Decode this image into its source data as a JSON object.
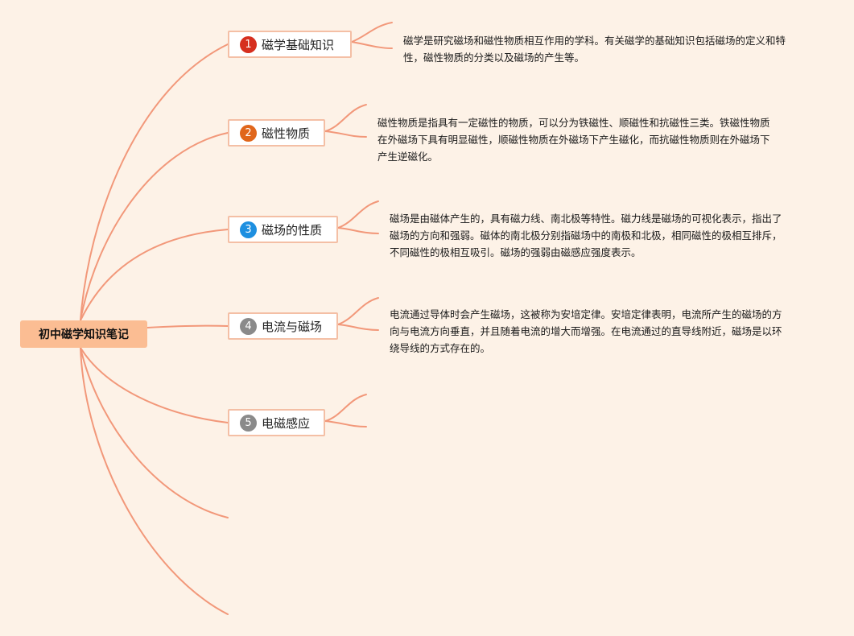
{
  "root": {
    "label": "初中磁学知识笔记"
  },
  "topics": [
    {
      "number": "1",
      "label": "磁学基础知识",
      "badge_color": "#d62f1f",
      "note": "磁学是研究磁场和磁性物质相互作用的学科。有关磁学的基础知识包括磁场的定义和特性，磁性物质的分类以及磁场的产生等。"
    },
    {
      "number": "2",
      "label": "磁性物质",
      "badge_color": "#e0661b",
      "note": "磁性物质是指具有一定磁性的物质，可以分为铁磁性、顺磁性和抗磁性三类。铁磁性物质在外磁场下具有明显磁性，顺磁性物质在外磁场下产生磁化，而抗磁性物质则在外磁场下产生逆磁化。"
    },
    {
      "number": "3",
      "label": "磁场的性质",
      "badge_color": "#1d8fe0",
      "note": "磁场是由磁体产生的，具有磁力线、南北极等特性。磁力线是磁场的可视化表示，指出了磁场的方向和强弱。磁体的南北极分别指磁场中的南极和北极，相同磁性的极相互排斥，不同磁性的极相互吸引。磁场的强弱由磁感应强度表示。"
    },
    {
      "number": "4",
      "label": "电流与磁场",
      "badge_color": "#8a8a8a",
      "note": "电流通过导体时会产生磁场，这被称为安培定律。安培定律表明，电流所产生的磁场的方向与电流方向垂直，并且随着电流的增大而增强。在电流通过的直导线附近，磁场是以环绕导线的方式存在的。"
    },
    {
      "number": "5",
      "label": "电磁感应",
      "badge_color": "#8a8a8a",
      "note": ""
    }
  ],
  "colors": {
    "background": "#fdf2e7",
    "connector": "#f2987a",
    "root_fill": "#fbbd93",
    "topic_border": "#f4bfa5"
  }
}
